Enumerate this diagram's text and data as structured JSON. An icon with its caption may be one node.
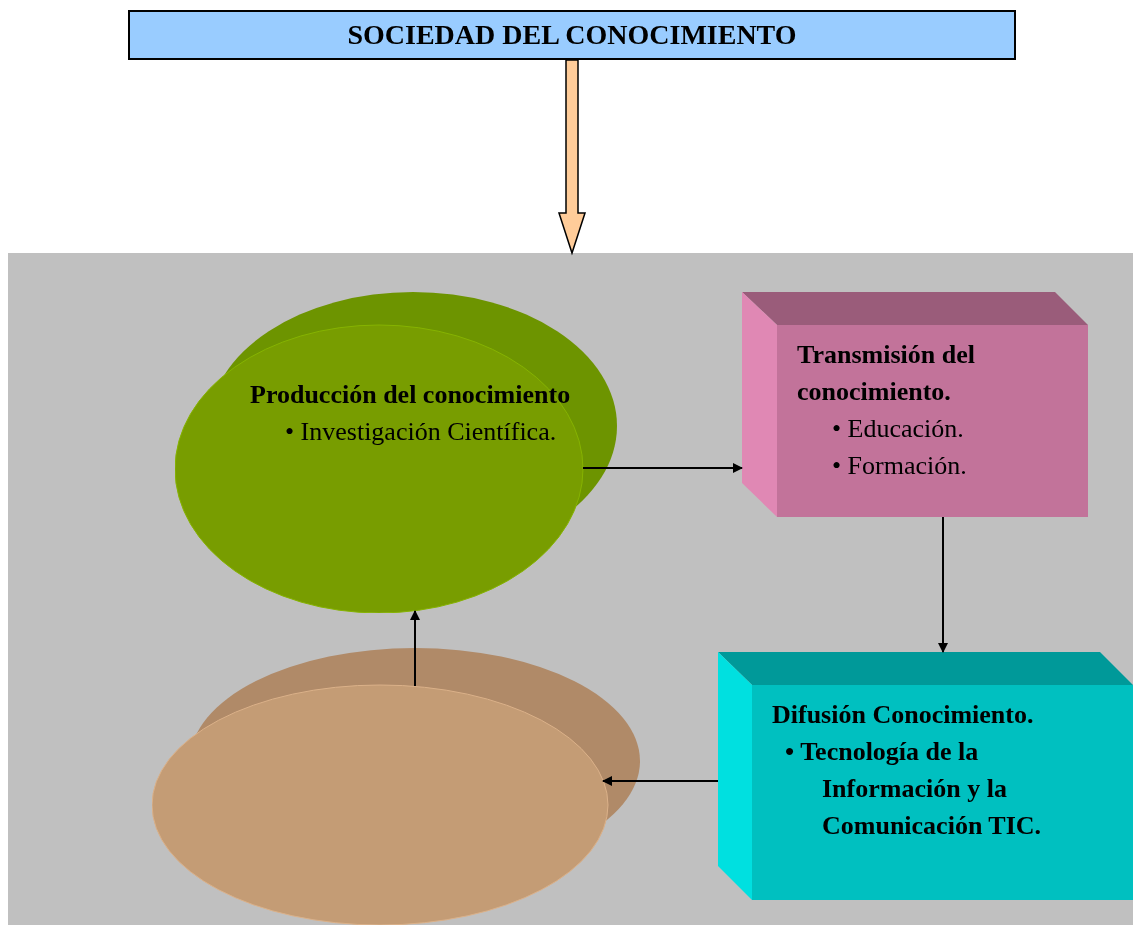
{
  "diagram": {
    "nodes": [
      {
        "text": [
          "SOCIEDAD DEL CONOCIMIENTO"
        ]
      },
      {
        "text": [],
        "shape": "box"
      },
      {
        "text": [
          "Producción del conocimiento",
          "• Investigación Científica."
        ],
        "in": 1
      },
      {
        "text": [
          "Transmisión del conocimiento.",
          "• Educación.",
          "• Formación."
        ],
        "in": 1
      },
      {
        "text": [
          "Difusión Conocimiento.",
          "• Tecnología de la Información y la Comunicación TIC."
        ],
        "in": 1
      },
      {
        "text": [],
        "shape": "circle",
        "in": 1
      }
    ],
    "edges": [
      {
        "from": 0,
        "to": 1,
        "arrow": "to",
        "style": "thick",
        "color": "#ffcc99"
      },
      {
        "from": 2,
        "to": 3,
        "arrow": "to"
      },
      {
        "from": 3,
        "to": 4,
        "arrow": "to"
      },
      {
        "from": 4,
        "to": 5,
        "arrow": "to"
      },
      {
        "from": 5,
        "to": 2,
        "arrow": "to"
      }
    ]
  }
}
